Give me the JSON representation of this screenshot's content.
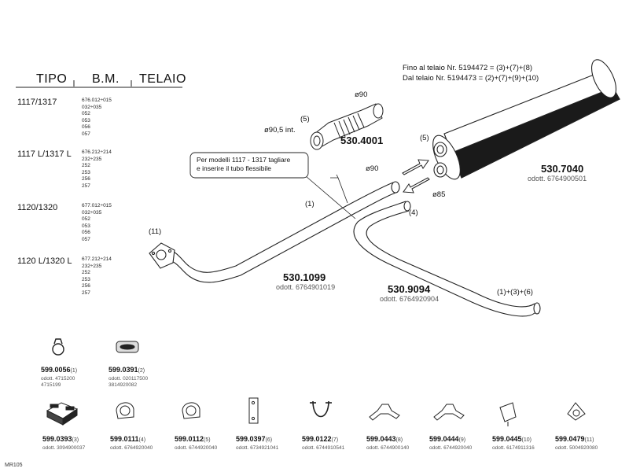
{
  "table": {
    "headers": [
      "TIPO",
      "B.M.",
      "TELAIO"
    ],
    "rows": [
      {
        "tipo": "1117/1317",
        "codes": [
          "676.012÷015",
          "032÷035",
          "052",
          "053",
          "056",
          "057"
        ]
      },
      {
        "tipo": "1117 L/1317 L",
        "codes": [
          "676.212÷214",
          "232÷235",
          "252",
          "253",
          "256",
          "257"
        ]
      },
      {
        "tipo": "1120/1320",
        "codes": [
          "677.012÷015",
          "032÷035",
          "052",
          "053",
          "056",
          "057"
        ]
      },
      {
        "tipo": "1120 L/1320 L",
        "codes": [
          "677.212÷214",
          "232÷235",
          "252",
          "253",
          "256",
          "257"
        ]
      }
    ]
  },
  "diagram": {
    "chassis_note": [
      "Fino al telaio Nr. 5194472 = (3)+(7)+(8)",
      "Dal telaio Nr. 5194473 = (2)+(7)+(9)+(10)"
    ],
    "hose": {
      "part": "530.4001",
      "dim_outer": "ø90",
      "dim_inner": "ø90,5  int.",
      "callout": "(5)"
    },
    "silencer": {
      "part": "530.7040",
      "odott": "odott. 6764900501",
      "callout": "(5)",
      "dim": "ø85"
    },
    "front_pipe": {
      "part": "530.1099",
      "odott": "odott. 6764901019",
      "callout": "(1)",
      "flange_callout": "(11)",
      "dim": "ø90"
    },
    "tail_pipe": {
      "part": "530.9094",
      "odott": "odott. 6764920904",
      "callout": "(4)",
      "end_callout": "(1)+(3)+(6)"
    },
    "note": "Per modelli 1117 - 1317 tagliare\ne inserire il tubo flessibile"
  },
  "accessories_row1": [
    {
      "num": "599.0056",
      "idx": "(1)",
      "odott": "odott. 4715200\n4715199",
      "icon": "clamp-ring-icon"
    },
    {
      "num": "599.0391",
      "idx": "(2)",
      "odott": "odott. 020117500\n3814920082",
      "icon": "rubber-mount-icon"
    }
  ],
  "accessories_row2": [
    {
      "num": "599.0393",
      "idx": "(3)",
      "odott": "odott. 3094900037",
      "icon": "mount-block-icon"
    },
    {
      "num": "599.0111",
      "idx": "(4)",
      "odott": "odott. 6764920040",
      "icon": "clamp-icon"
    },
    {
      "num": "599.0112",
      "idx": "(5)",
      "odott": "odott. 6744920040",
      "icon": "clamp-icon"
    },
    {
      "num": "599.0397",
      "idx": "(6)",
      "odott": "odott. 6734921041",
      "icon": "strap-bracket-icon"
    },
    {
      "num": "599.0122",
      "idx": "(7)",
      "odott": "odott. 6744910541",
      "icon": "u-bolt-icon"
    },
    {
      "num": "599.0443",
      "idx": "(8)",
      "odott": "odott. 6744900140",
      "icon": "bracket-icon"
    },
    {
      "num": "599.0444",
      "idx": "(9)",
      "odott": "odott. 6744920040",
      "icon": "bracket-icon"
    },
    {
      "num": "599.0445",
      "idx": "(10)",
      "odott": "odott. 6174911316",
      "icon": "hanger-bracket-icon"
    },
    {
      "num": "599.0479",
      "idx": "(11)",
      "odott": "odott. 5004920080",
      "icon": "gasket-icon"
    }
  ],
  "footer": {
    "code": "MR105"
  },
  "colors": {
    "line": "#222222",
    "fill_light": "#ffffff",
    "fill_dark": "#1a1a1a",
    "gray": "#888888"
  }
}
